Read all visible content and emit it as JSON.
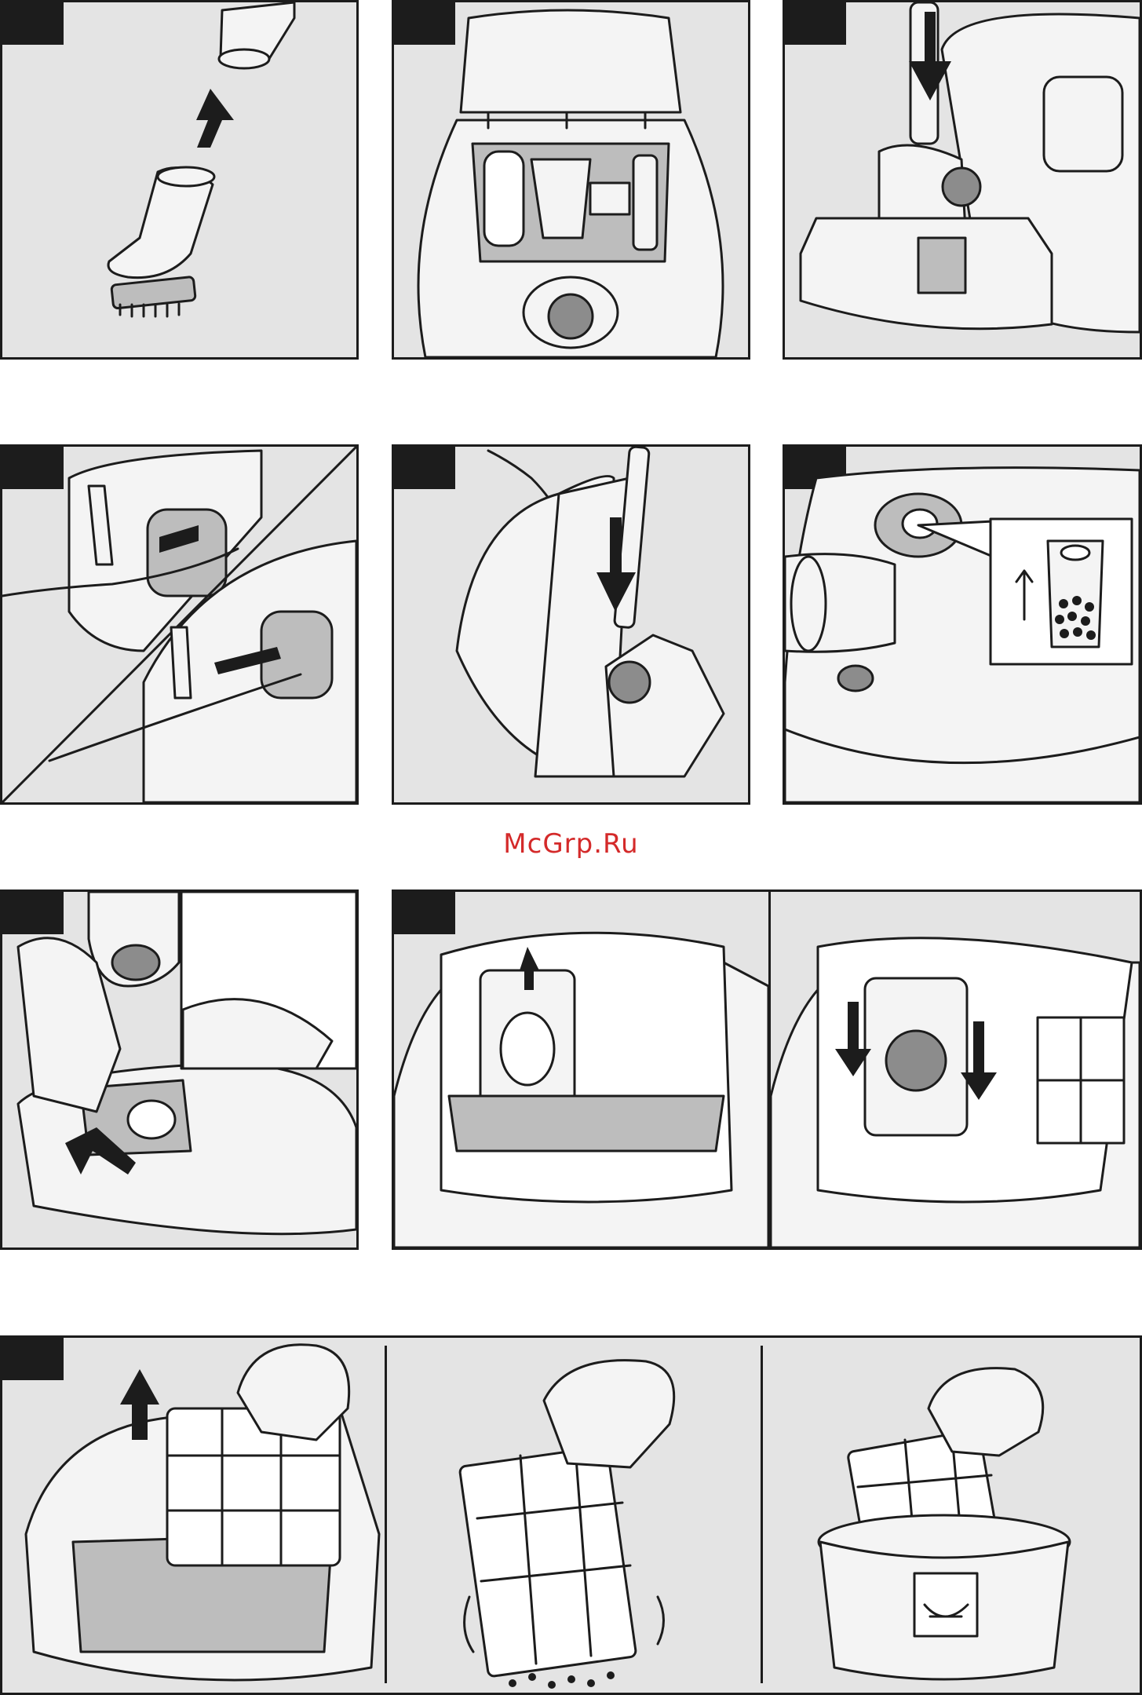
{
  "watermark": {
    "text": "McGrp.Ru",
    "color": "#d42a2a"
  },
  "colors": {
    "border": "#1c1c1c",
    "panel_background": "#e4e4e4"
  },
  "panels": [
    {
      "name": "attach-nozzle",
      "icon": "upholstery-nozzle-icon"
    },
    {
      "name": "open-lid-accessories",
      "icon": "open-lid-icon"
    },
    {
      "name": "attach-floor-nozzle",
      "icon": "floor-nozzle-icon"
    },
    {
      "name": "pull-out-cord",
      "icon": "power-cord-icon"
    },
    {
      "name": "park-position",
      "icon": "parking-icon"
    },
    {
      "name": "bag-indicator",
      "icon": "bag-full-indicator-icon"
    },
    {
      "name": "open-bag-compartment",
      "icon": "hand-open-lid-icon"
    },
    {
      "name": "remove-dust-bag",
      "icon": "dust-bag-remove-icon"
    },
    {
      "name": "insert-dust-bag",
      "icon": "dust-bag-insert-icon"
    },
    {
      "name": "remove-filter",
      "icon": "filter-remove-icon"
    },
    {
      "name": "shake-filter",
      "icon": "filter-shake-icon"
    },
    {
      "name": "wash-filter",
      "icon": "wash-basin-icon"
    }
  ]
}
